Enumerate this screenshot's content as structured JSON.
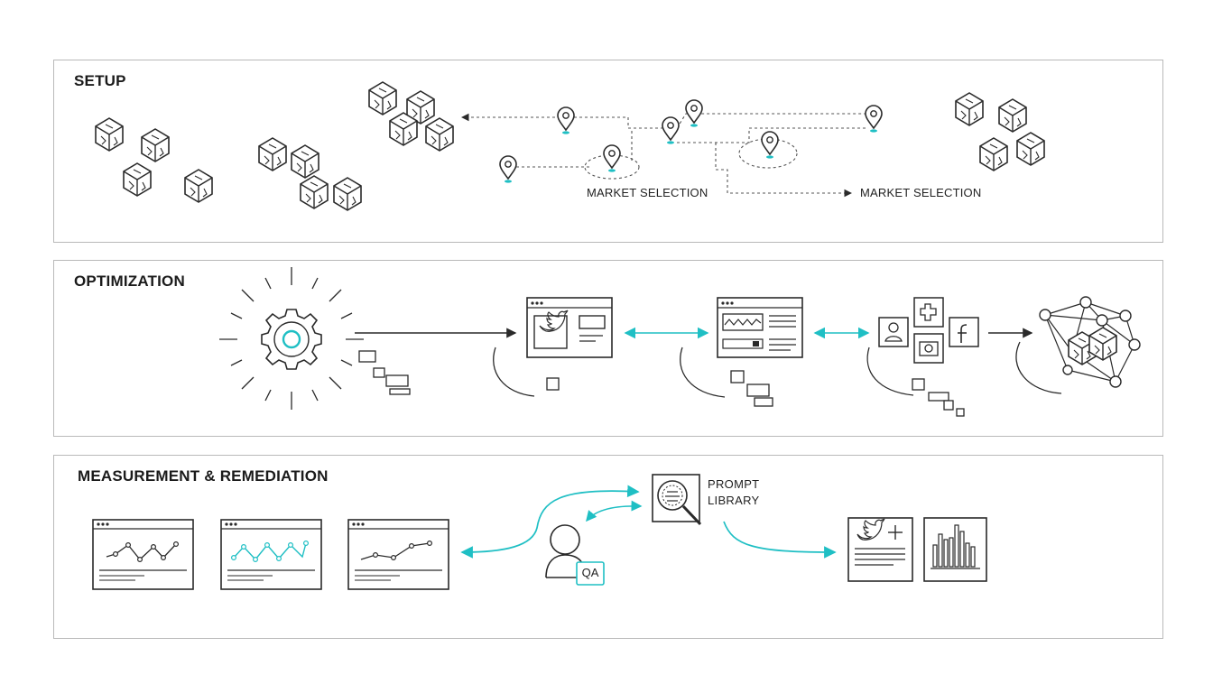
{
  "sections": {
    "setup": {
      "title": "SETUP"
    },
    "optimization": {
      "title": "OPTIMIZATION"
    },
    "measurement": {
      "title": "MEASUREMENT & REMEDIATION"
    }
  },
  "labels": {
    "market_selection_1": "MARKET SELECTION",
    "market_selection_2": "MARKET SELECTION",
    "prompt_library_line1": "PROMPT",
    "prompt_library_line2": "LIBRARY",
    "qa_badge": "QA"
  },
  "icons": [
    "cube-icon",
    "map-pin-icon",
    "gear-icon",
    "browser-window-icon",
    "twitter-bird-icon",
    "profile-icon",
    "camera-icon",
    "facebook-icon",
    "network-graph-icon",
    "line-chart-icon",
    "user-icon",
    "magnifier-icon",
    "bar-chart-icon"
  ],
  "colors": {
    "accent": "#1fbfc4",
    "stroke": "#2a2a2a",
    "border": "#b9b9b9"
  }
}
